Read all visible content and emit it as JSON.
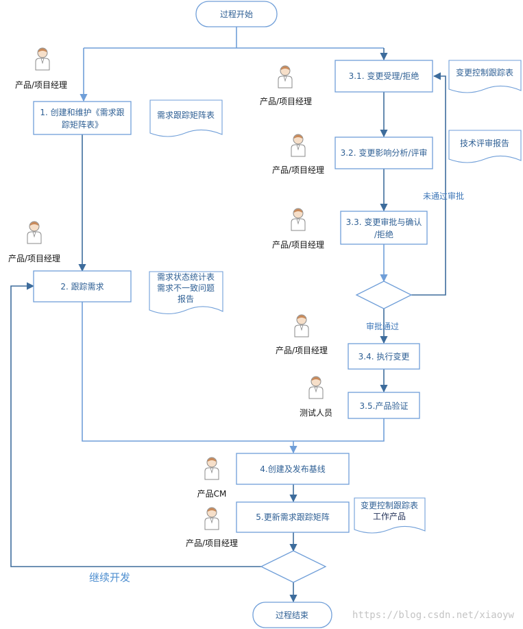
{
  "start": "过程开始",
  "end": "过程结束",
  "left": {
    "step1": [
      "1. 创建和维护《需求跟",
      "踪矩阵表》"
    ],
    "step2": "2. 跟踪需求",
    "doc1": "需求跟踪矩阵表",
    "doc2": [
      "需求状态统计表",
      "需求不一致问题",
      "报告"
    ]
  },
  "right": {
    "s31": "3.1. 变更受理/拒绝",
    "s32": "3.2. 变更影响分析/评审",
    "s33": [
      "3.3. 变更审批与确认",
      "/拒绝"
    ],
    "s34": "3.4. 执行变更",
    "s35": "3.5.产品验证",
    "docA": "变更控制跟踪表",
    "docB": "技术评审报告",
    "reject_label": "未通过审批",
    "approve_label": "审批通过"
  },
  "bottom": {
    "s4": "4.创建及发布基线",
    "s5": "5.更新需求跟踪矩阵",
    "doc": [
      "变更控制跟踪表",
      "工作产品"
    ],
    "continue_label": "继续开发"
  },
  "roles": {
    "pm": "产品/项目经理",
    "tester": "测试人员",
    "cm": "产品CM"
  },
  "watermark": "https://blog.csdn.net/xiaoyw"
}
